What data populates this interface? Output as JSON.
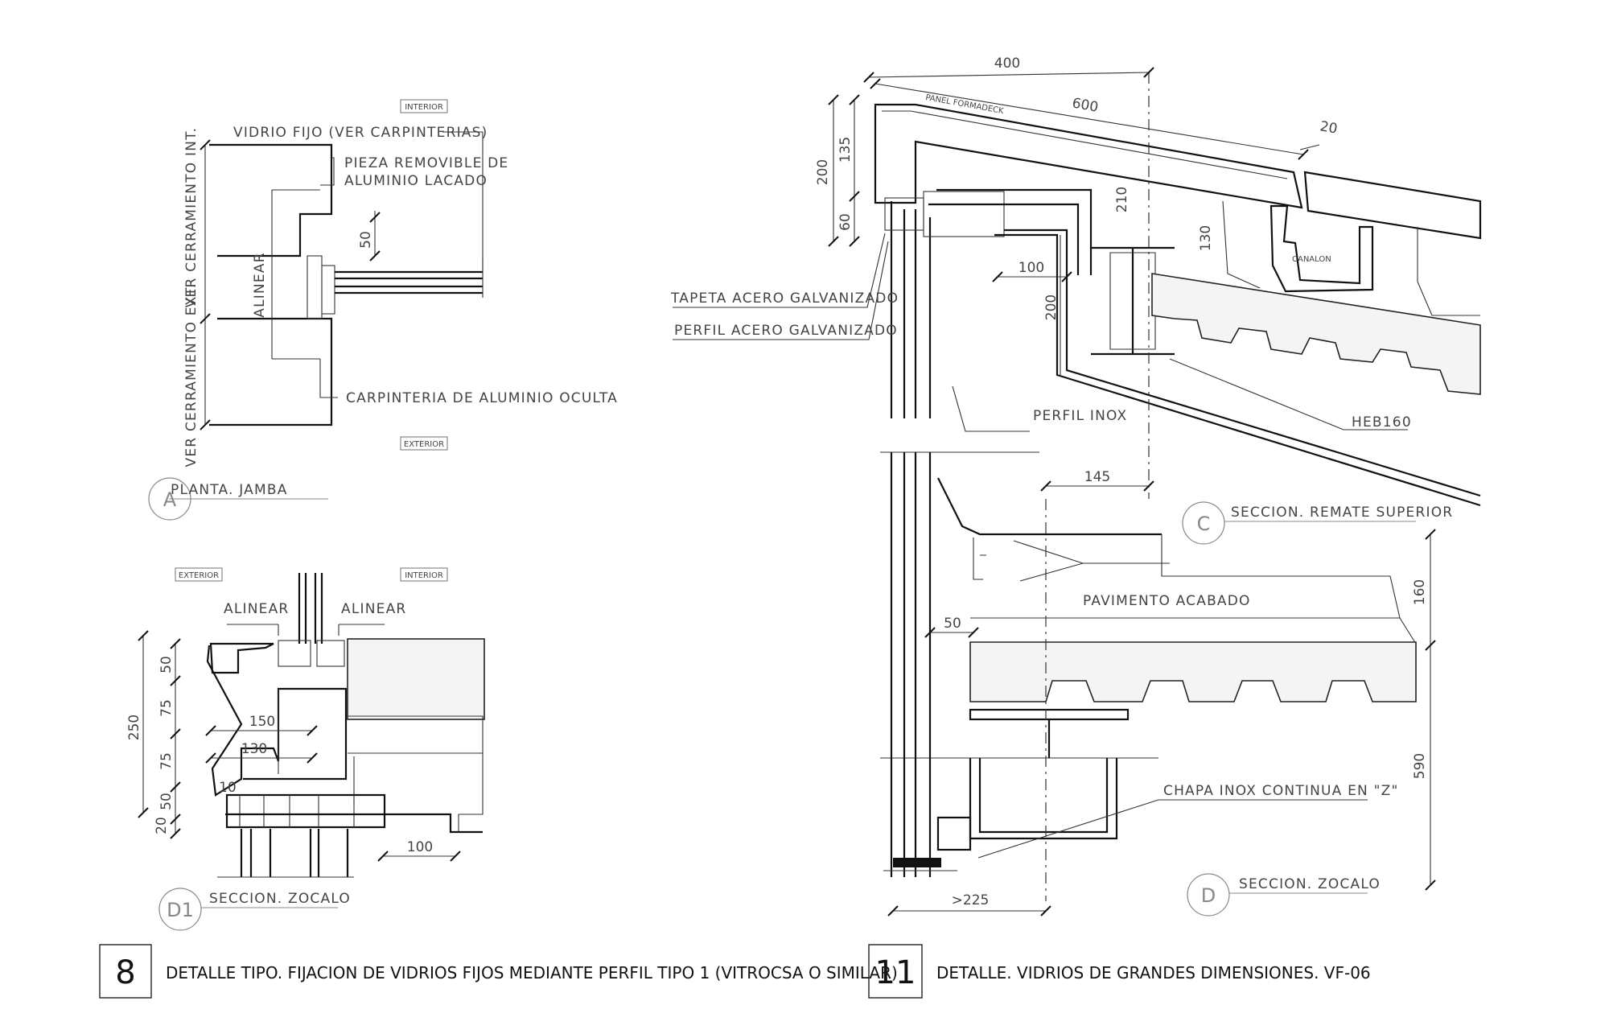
{
  "drawing_8": {
    "number": "8",
    "title": "DETALLE TIPO. FIJACION DE VIDRIOS FIJOS MEDIANTE PERFIL TIPO 1 (VITROCSA O SIMILAR)",
    "detail_a": {
      "marker": "A",
      "caption": "PLANTA. JAMBA",
      "tag_top": "INTERIOR",
      "tag_bottom": "EXTERIOR",
      "labels": {
        "vidrio_fijo": "VIDRIO FIJO (VER CARPINTERIAS)",
        "pieza_removible_1": "PIEZA REMOVIBLE DE",
        "pieza_removible_2": "ALUMINIO LACADO",
        "carpinteria": "CARPINTERIA DE ALUMINIO OCULTA",
        "alinear": "ALINEAR",
        "cerramiento_int": "VER CERRAMIENTO INT.",
        "cerramiento_ext": "VER CERRAMIENTO EXT."
      },
      "dims": {
        "d50": "50"
      }
    },
    "detail_d1": {
      "marker": "D1",
      "caption": "SECCION. ZOCALO",
      "tag_left": "EXTERIOR",
      "tag_right": "INTERIOR",
      "labels": {
        "alinear_left": "ALINEAR",
        "alinear_right": "ALINEAR"
      },
      "dims": {
        "d250": "250",
        "d50a": "50",
        "d75a": "75",
        "d75b": "75",
        "d50b": "50",
        "d20": "20",
        "d150": "150",
        "d130": "130",
        "d10": "10",
        "d100": "100"
      }
    }
  },
  "drawing_11": {
    "number": "11",
    "title": "DETALLE. VIDRIOS DE GRANDES DIMENSIONES. VF-06",
    "detail_c": {
      "marker": "C",
      "caption": "SECCION. REMATE SUPERIOR",
      "labels": {
        "panel": "PANEL FORMADECK",
        "canalon": "CANALON",
        "tapeta": "TAPETA ACERO GALVANIZADO",
        "perfil_galv": "PERFIL ACERO GALVANIZADO",
        "perfil_inox": "PERFIL INOX",
        "heb": "HEB160"
      },
      "dims": {
        "d400": "400",
        "d600": "600",
        "d20": "20",
        "d200a": "200",
        "d135": "135",
        "d60": "60",
        "d210": "210",
        "d130": "130",
        "d100": "100",
        "d200b": "200"
      }
    },
    "detail_d": {
      "marker": "D",
      "caption": "SECCION. ZOCALO",
      "labels": {
        "pavimento": "PAVIMENTO ACABADO",
        "chapa": "CHAPA INOX CONTINUA EN \"Z\""
      },
      "dims": {
        "d145": "145",
        "d50": "50",
        "d160": "160",
        "d590": "590",
        "d225": ">225"
      }
    }
  }
}
